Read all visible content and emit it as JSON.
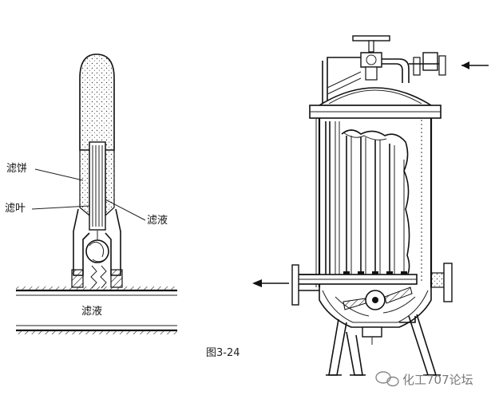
{
  "labels": {
    "filter_cake": "滤饼",
    "filter_leaf": "滤叶",
    "filtrate_right": "滤液",
    "filtrate_pipe": "滤液"
  },
  "caption": "图3-24",
  "watermark": "化工707论坛"
}
